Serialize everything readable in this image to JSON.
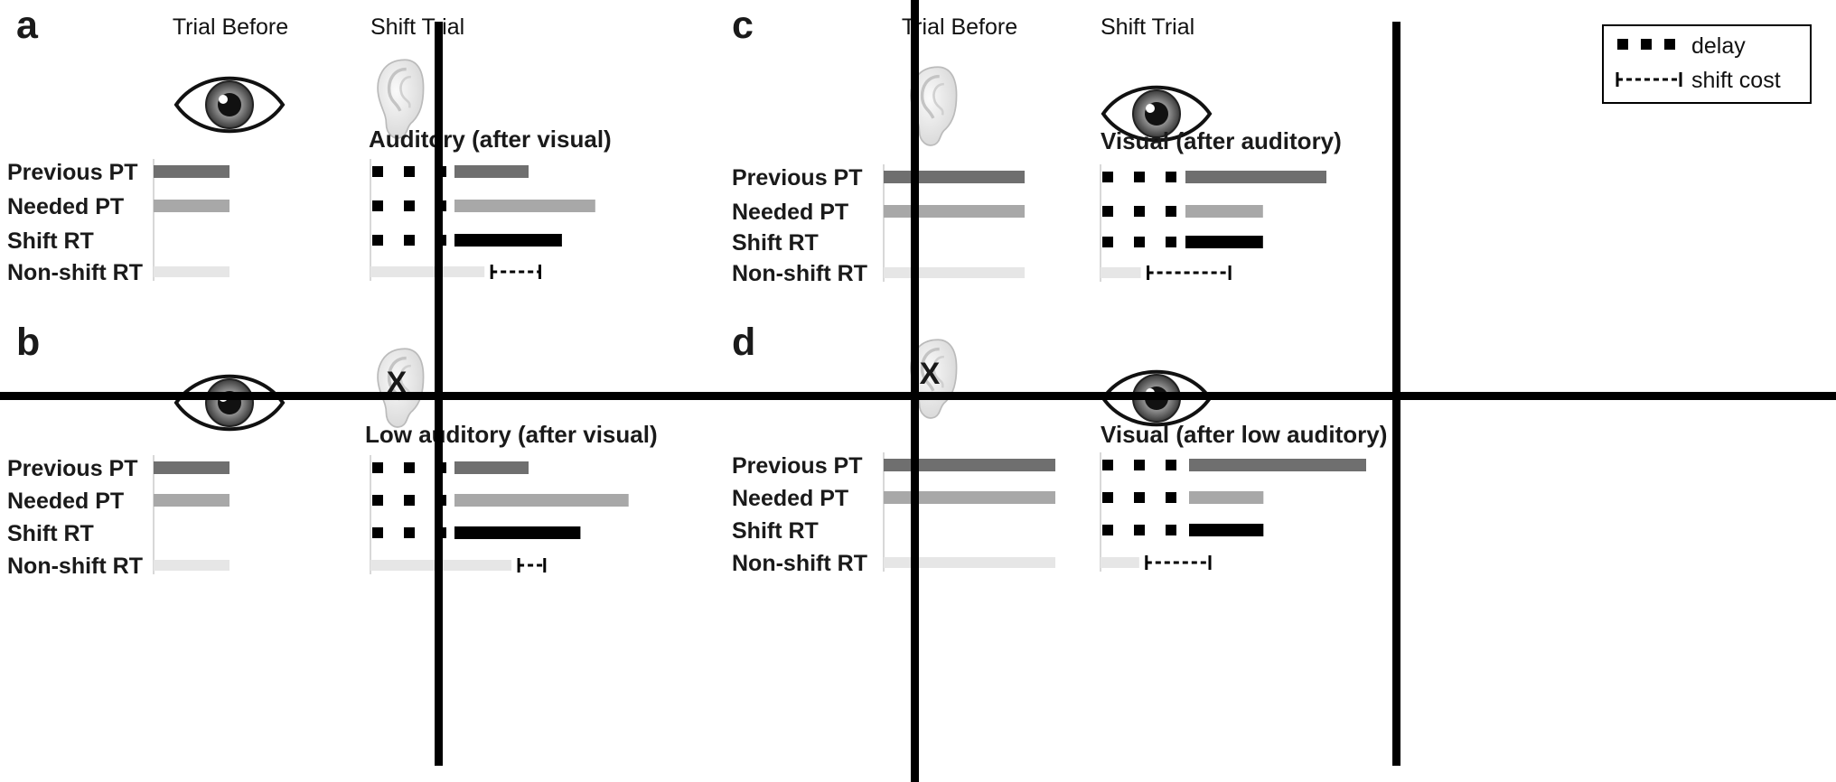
{
  "colors": {
    "previous_pt": "#6f6f6f",
    "needed_pt": "#a8a8a8",
    "shift_rt": "#000000",
    "non_shift_rt": "#e6e6e6",
    "divider": "#000000"
  },
  "legend": {
    "delay_label": "delay",
    "shift_cost_label": "shift cost"
  },
  "row_labels": {
    "previous_pt": "Previous PT",
    "needed_pt": "Needed PT",
    "shift_rt": "Shift RT",
    "non_shift_rt": "Non-shift RT"
  },
  "panels": [
    {
      "letter": "a",
      "before_header": "Trial Before",
      "shift_header": "Shift Trial",
      "before_icon": "eye-icon",
      "shift_icon": "ear-icon",
      "shift_title": "Auditory (after visual)",
      "before_bars": {
        "previous_pt": 1.0,
        "needed_pt": 1.0,
        "shift_rt": 0,
        "non_shift_rt": 1.0
      },
      "shift_bars": {
        "previous_pt": 1.0,
        "needed_pt": 1.9,
        "shift_rt": 1.45,
        "non_shift_rt": 1.9,
        "shift_cost": 0.65
      }
    },
    {
      "letter": "b",
      "before_header": "",
      "shift_header": "",
      "before_icon": "eye-icon",
      "shift_icon": "ear-crossed-icon",
      "shift_title": "Low auditory (after visual)",
      "ear_mark": "X",
      "before_bars": {
        "previous_pt": 1.0,
        "needed_pt": 1.0,
        "shift_rt": 0,
        "non_shift_rt": 1.0
      },
      "shift_bars": {
        "previous_pt": 1.0,
        "needed_pt": 2.35,
        "shift_rt": 1.7,
        "non_shift_rt": 2.35,
        "shift_cost": 0.35
      }
    },
    {
      "letter": "c",
      "before_header": "Trial Before",
      "shift_header": "Shift Trial",
      "before_icon": "ear-icon",
      "shift_icon": "eye-icon",
      "shift_title": "Visual (after auditory)",
      "before_bars": {
        "previous_pt": 1.0,
        "needed_pt": 1.0,
        "shift_rt": 0,
        "non_shift_rt": 1.0
      },
      "shift_bars": {
        "previous_pt": 1.0,
        "needed_pt": 0.55,
        "shift_rt": 0.55,
        "non_shift_rt": 0.55,
        "shift_cost": 0.58
      }
    },
    {
      "letter": "d",
      "before_header": "",
      "shift_header": "",
      "before_icon": "ear-crossed-icon",
      "shift_icon": "eye-icon",
      "shift_title": "Visual (after low auditory)",
      "ear_mark": "X",
      "before_bars": {
        "previous_pt": 1.0,
        "needed_pt": 1.0,
        "shift_rt": 0,
        "non_shift_rt": 1.0
      },
      "shift_bars": {
        "previous_pt": 1.0,
        "needed_pt": 0.42,
        "shift_rt": 0.42,
        "non_shift_rt": 0.42,
        "shift_cost": 0.45
      }
    }
  ]
}
